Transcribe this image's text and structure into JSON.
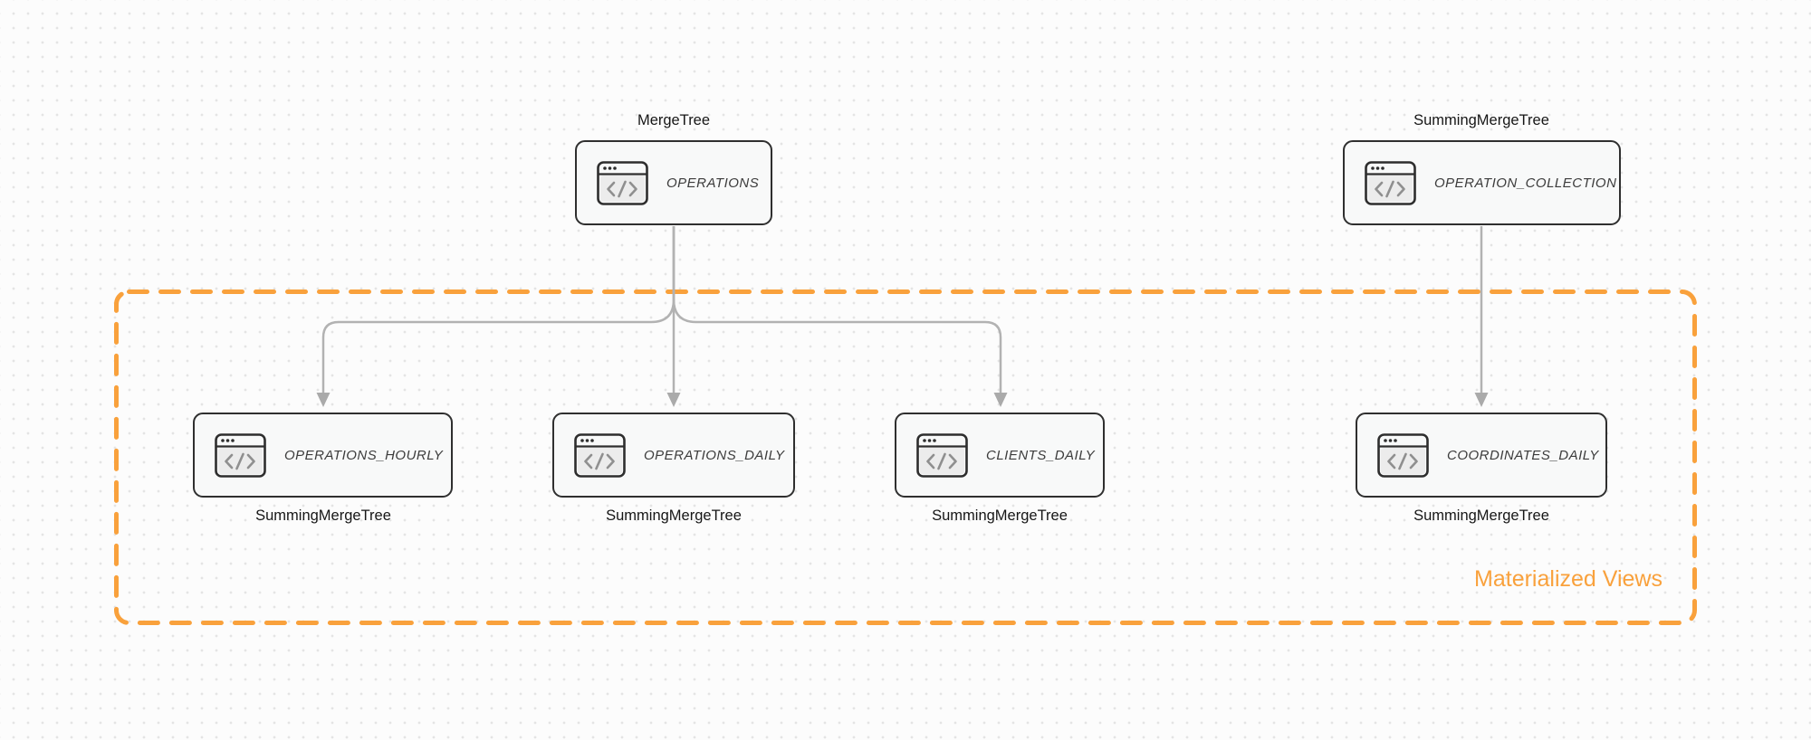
{
  "diagram": {
    "group_label": "Materialized Views",
    "colors": {
      "accent_orange": "#f9a13c",
      "node_border": "#2f2f2f",
      "node_background": "#f8f9f9",
      "edge_gray": "#b2b2b2",
      "canvas_background": "#fcfcfc",
      "dot_grid": "#e4e4e4"
    },
    "icon": {
      "name": "code-window-icon",
      "glyph": "</>"
    },
    "nodes": [
      {
        "id": "operations",
        "title": "OPERATIONS",
        "engine": "MergeTree",
        "engine_label_position": "above"
      },
      {
        "id": "operation-collection",
        "title": "OPERATION_COLLECTION",
        "engine": "SummingMergeTree",
        "engine_label_position": "above"
      },
      {
        "id": "operations-hourly",
        "title": "OPERATIONS_HOURLY",
        "engine": "SummingMergeTree",
        "engine_label_position": "below"
      },
      {
        "id": "operations-daily",
        "title": "OPERATIONS_DAILY",
        "engine": "SummingMergeTree",
        "engine_label_position": "below"
      },
      {
        "id": "clients-daily",
        "title": "CLIENTS_DAILY",
        "engine": "SummingMergeTree",
        "engine_label_position": "below"
      },
      {
        "id": "coordinates-daily",
        "title": "COORDINATES_DAILY",
        "engine": "SummingMergeTree",
        "engine_label_position": "below"
      }
    ],
    "edges": [
      {
        "from": "operations",
        "to": "operations-hourly"
      },
      {
        "from": "operations",
        "to": "operations-daily"
      },
      {
        "from": "operations",
        "to": "clients-daily"
      },
      {
        "from": "operation-collection",
        "to": "coordinates-daily"
      }
    ]
  }
}
